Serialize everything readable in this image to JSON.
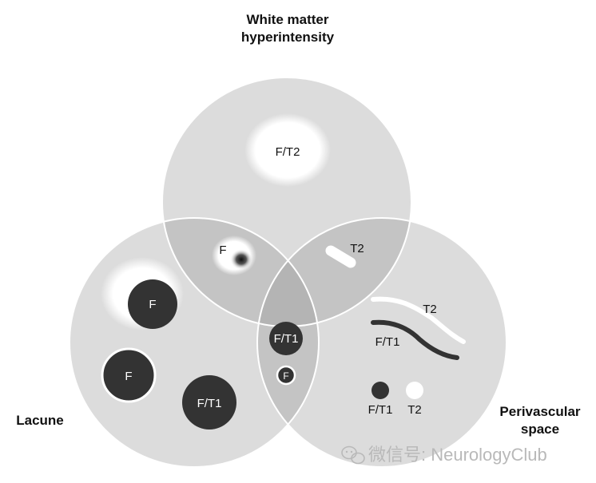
{
  "titles": {
    "wmh_line1": "White matter",
    "wmh_line2": "hyperintensity",
    "lacune": "Lacune",
    "pvs_line1": "Perivascular",
    "pvs_line2": "space"
  },
  "markers": {
    "wmh_center": "F/T2",
    "wmh_lacune_overlap": "F",
    "wmh_pvs_overlap": "T2",
    "pvs_t2_line": "T2",
    "pvs_ft1_line": "F/T1",
    "center_ft1": "F/T1",
    "center_small_f": "F",
    "lacune_f1": "F",
    "lacune_f2": "F",
    "lacune_ft1": "F/T1",
    "pvs_dot_ft1": "F/T1",
    "pvs_dot_t2": "T2"
  },
  "watermark": "微信号: NeurologyClub",
  "colors": {
    "circle_fill": "#dcdcdc",
    "overlap_fill": "#c4c4c4",
    "center_fill": "#b4b4b4",
    "dark_mark": "#333333",
    "white_mark": "#ffffff"
  }
}
